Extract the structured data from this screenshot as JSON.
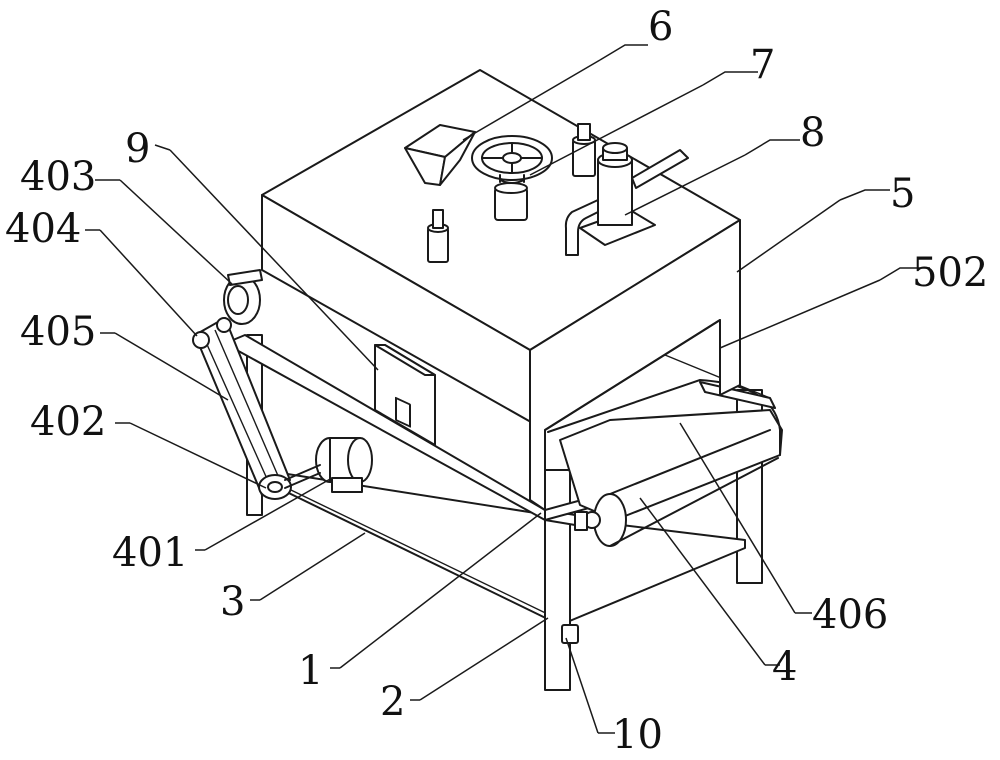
{
  "labels": {
    "l1": "1",
    "l2": "2",
    "l3": "3",
    "l4": "4",
    "l5": "5",
    "l6": "6",
    "l7": "7",
    "l8": "8",
    "l9": "9",
    "l10": "10",
    "l401": "401",
    "l402": "402",
    "l403": "403",
    "l404": "404",
    "l405": "405",
    "l406": "406",
    "l502": "502"
  }
}
